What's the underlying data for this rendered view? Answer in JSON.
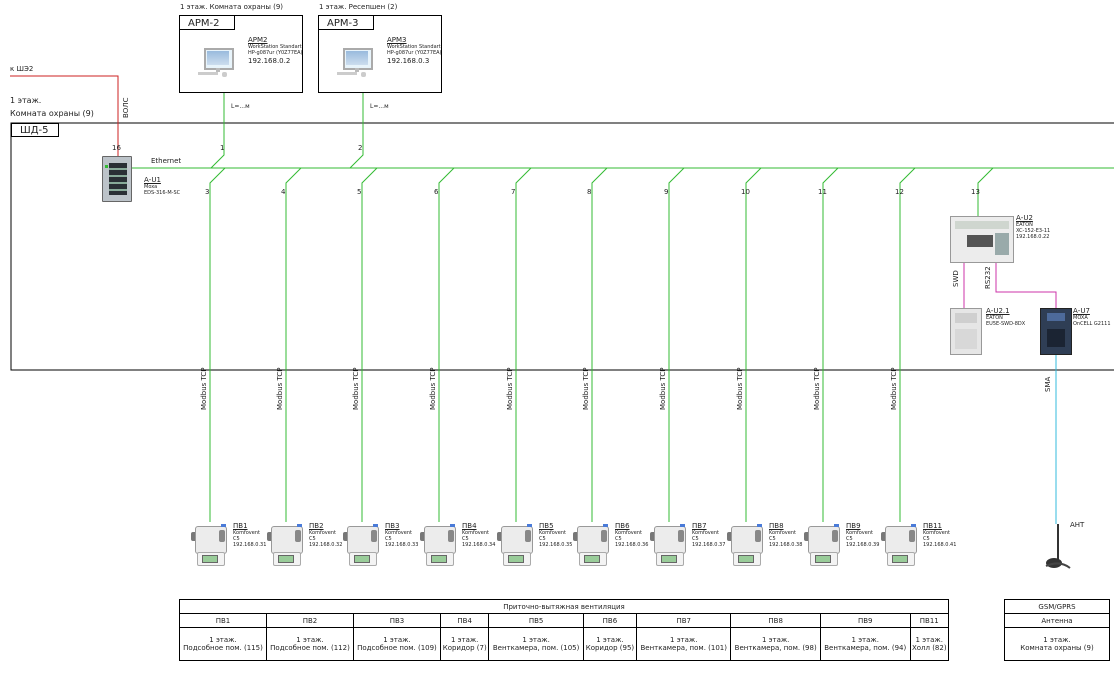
{
  "workstations": [
    {
      "room": "1 этаж. Комната охраны (9)",
      "tag": "АРМ-2",
      "name": "АРМ2",
      "model1": "WorkStation Standart",
      "model2": "HP-g087ur (Y0Z77EA)",
      "ip": "192.168.0.2",
      "link": "L=...м",
      "port": "1"
    },
    {
      "room": "1 этаж. Ресепшен (2)",
      "tag": "АРМ-3",
      "name": "АРМ3",
      "model1": "WorkStation Standart",
      "model2": "HP-g087ur (Y0Z77EA)",
      "ip": "192.168.0.3",
      "link": "L=...м",
      "port": "2"
    }
  ],
  "external": {
    "to": "к ШЭ2",
    "cable": "ВОЛС",
    "room1": "1 этаж.",
    "room2": "Комната охраны (9)"
  },
  "cabinet": {
    "tag": "ШД-5"
  },
  "switch": {
    "name": "А-U1",
    "vendor": "Moxa",
    "model": "EDS-316-M-SC",
    "port": "16",
    "bus": "Ethernet"
  },
  "controller": {
    "port": "13",
    "name": "А-U2",
    "vendor": "EATON",
    "model": "XC-152-E3-11",
    "ip": "192.168.0.22",
    "link1": "SWD",
    "link2": "RS232"
  },
  "swd_module": {
    "name": "А-U2.1",
    "vendor": "EATON",
    "model": "EU5E-SWD-8DX"
  },
  "modem": {
    "name": "А-U7",
    "vendor": "MOXA",
    "model": "OnCELL G2111",
    "cable": "SMA"
  },
  "antenna": {
    "label": "АНТ"
  },
  "protocol": "Modbus TCP",
  "units": [
    {
      "port": "3",
      "name": "ПВ1",
      "v1": "Komfovent",
      "v2": "C5",
      "ip": "192.168.0.31",
      "floor": "1 этаж.",
      "room": "Подсобное пом. (115)"
    },
    {
      "port": "4",
      "name": "ПВ2",
      "v1": "Komfovent",
      "v2": "C5",
      "ip": "192.168.0.32",
      "floor": "1 этаж.",
      "room": "Подсобное пом. (112)"
    },
    {
      "port": "5",
      "name": "ПВ3",
      "v1": "Komfovent",
      "v2": "C5",
      "ip": "192.168.0.33",
      "floor": "1 этаж.",
      "room": "Подсобное пом. (109)"
    },
    {
      "port": "6",
      "name": "ПВ4",
      "v1": "Komfovent",
      "v2": "C5",
      "ip": "192.168.0.34",
      "floor": "1 этаж.",
      "room": "Коридор (7)"
    },
    {
      "port": "7",
      "name": "ПВ5",
      "v1": "Komfovent",
      "v2": "C5",
      "ip": "192.168.0.35",
      "floor": "1 этаж.",
      "room": "Венткамера, пом. (105)"
    },
    {
      "port": "8",
      "name": "ПВ6",
      "v1": "Komfovent",
      "v2": "C5",
      "ip": "192.168.0.36",
      "floor": "1 этаж.",
      "room": "Коридор (95)"
    },
    {
      "port": "9",
      "name": "ПВ7",
      "v1": "Komfovent",
      "v2": "C5",
      "ip": "192.168.0.37",
      "floor": "1 этаж.",
      "room": "Венткамера, пом. (101)"
    },
    {
      "port": "10",
      "name": "ПВ8",
      "v1": "Komfovent",
      "v2": "C5",
      "ip": "192.168.0.38",
      "floor": "1 этаж.",
      "room": "Венткамера, пом. (98)"
    },
    {
      "port": "11",
      "name": "ПВ9",
      "v1": "Komfovent",
      "v2": "C5",
      "ip": "192.168.0.39",
      "floor": "1 этаж.",
      "room": "Венткамера, пом. (94)"
    },
    {
      "port": "12",
      "name": "ПВ11",
      "v1": "Komfovent",
      "v2": "C5",
      "ip": "192.168.0.41",
      "floor": "1 этаж.",
      "room": "Холл (82)"
    }
  ],
  "table": {
    "header": "Приточно-вытяжная вентиляция"
  },
  "gsm_table": {
    "header": "GSM/GPRS",
    "name": "Антенна",
    "floor": "1 этаж.",
    "room": "Комната охраны (9)"
  },
  "colors": {
    "ethernet": "#33bb33",
    "fiber": "#cc2222",
    "serial": "#cc33aa",
    "sma": "#33bbdd"
  }
}
